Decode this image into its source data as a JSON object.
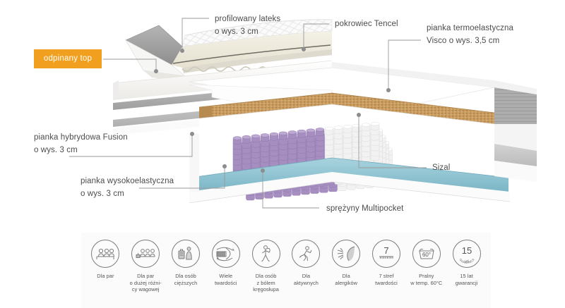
{
  "badge": {
    "text": "odpinany top"
  },
  "callouts": [
    {
      "name": "profiled-latex",
      "line1": "profilowany lateks",
      "line2": "o wys. 3 cm"
    },
    {
      "name": "tencel-cover",
      "line1": "pokrowiec Tencel",
      "line2": ""
    },
    {
      "name": "visco-foam",
      "line1": "pianka termoelastyczna",
      "line2": "Visco o wys. 3,5 cm"
    },
    {
      "name": "fusion-hybrid-foam",
      "line1": "pianka hybrydowa Fusion",
      "line2": "o wys. 3 cm"
    },
    {
      "name": "high-elastic-foam",
      "line1": "pianka wysokoelastyczna",
      "line2": "o wys. 3 cm"
    },
    {
      "name": "multipocket-springs",
      "line1": "sprężyny Multipocket",
      "line2": ""
    },
    {
      "name": "sisal",
      "line1": "Sizal",
      "line2": ""
    }
  ],
  "features": [
    {
      "icon": "couple-icon",
      "caption": "Dla par"
    },
    {
      "icon": "couple-weight-diff-icon",
      "caption": "Dla par\no dużej różni-\ncy wagowej"
    },
    {
      "icon": "heavy-person-icon",
      "caption": "Dla osób\ncięższych"
    },
    {
      "icon": "firmness-icon",
      "caption": "Wiele\ntwardości"
    },
    {
      "icon": "back-pain-icon",
      "caption": "Dla osób\nz bólem\nkręgosłupa"
    },
    {
      "icon": "active-person-icon",
      "caption": "Dla\naktywnych"
    },
    {
      "icon": "allergy-icon",
      "caption": "Dla\nalergików"
    },
    {
      "icon": "seven-zones-icon",
      "caption": "7 stref\ntwardości",
      "value": "7"
    },
    {
      "icon": "washable-icon",
      "caption": "Pralny\nw temp. 60°C",
      "value": "60°"
    },
    {
      "icon": "warranty-icon",
      "caption": "15 lat\ngwarancji",
      "value": "15",
      "sub1": "LAT",
      "sub2": "GWARANCJI"
    }
  ],
  "colors": {
    "badge_bg": "#f0a01e",
    "badge_text": "#ffffff",
    "label_text": "#4c4c4c",
    "leader_line": "#9a9a9a",
    "strip_bg": "#fbfbfb",
    "spring_purple": "#a68fc0",
    "spring_white": "#f2f2f2",
    "base_blue": "#8fc4d4",
    "coir_sisal": "#c79a5e",
    "foam_cream": "#efece2",
    "foam_white": "#ffffff",
    "cover_grey": "#9e9e9e",
    "icon_stroke": "#7d7d7d"
  }
}
